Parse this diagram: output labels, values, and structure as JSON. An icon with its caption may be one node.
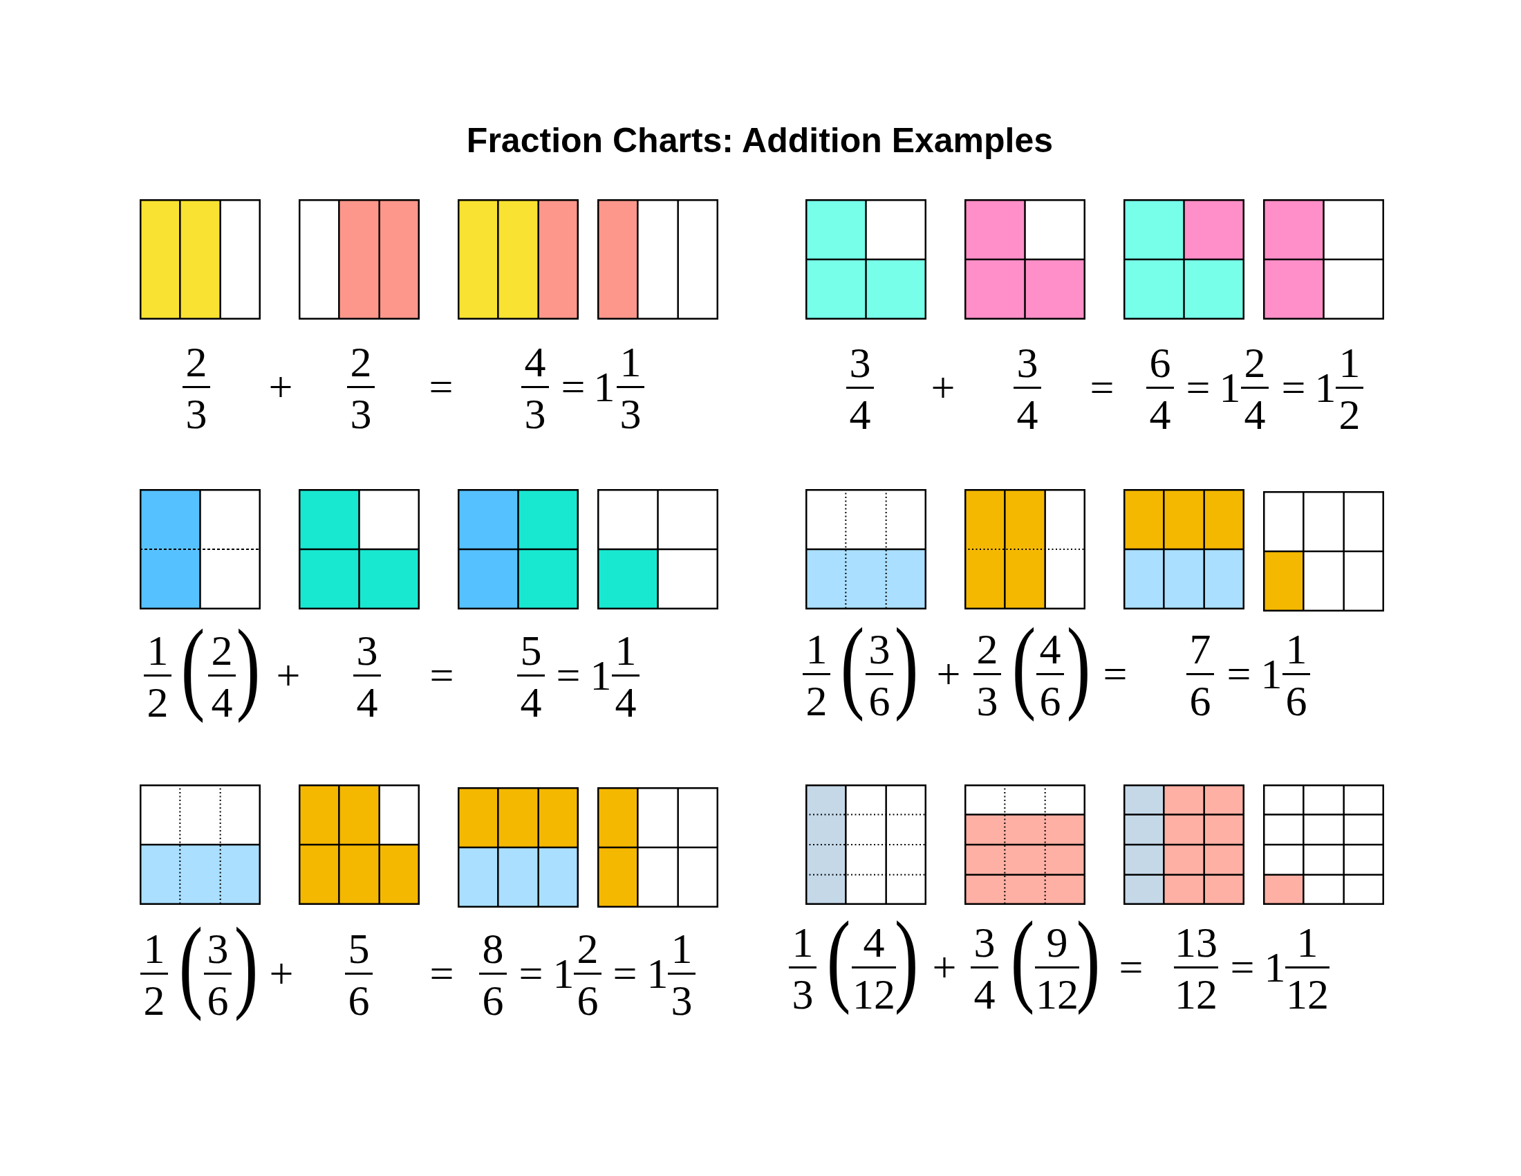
{
  "diagram": {
    "title": "Fraction Charts: Addition Examples",
    "labels": [
      "2",
      "3",
      "+",
      "2",
      "3",
      "=",
      "4",
      "3",
      "=",
      "1",
      "1",
      "3",
      "3",
      "4",
      "+",
      "3",
      "4",
      "=",
      "6",
      "4",
      "=",
      "1",
      "2",
      "4",
      "=",
      "1",
      "1",
      "2",
      "1",
      "2",
      "(",
      "2",
      "4",
      ")",
      "+",
      "3",
      "4",
      "=",
      "5",
      "4",
      "=",
      "1",
      "1",
      "4",
      "1",
      "2",
      "(",
      "3",
      "6",
      ")",
      "+",
      "2",
      "3",
      "(",
      "4",
      "6",
      ")",
      "=",
      "7",
      "6",
      "=",
      "1",
      "1",
      "6",
      "1",
      "2",
      "(",
      "3",
      "6",
      ")",
      "+",
      "5",
      "6",
      "=",
      "8",
      "6",
      "=",
      "1",
      "2",
      "6",
      "=",
      "1",
      "1",
      "3",
      "1",
      "3",
      "(",
      "4",
      "12",
      ")",
      "+",
      "3",
      "4",
      "(",
      "9",
      "12",
      ")",
      "=",
      "13",
      "12",
      "=",
      "1",
      "1",
      "12"
    ]
  }
}
